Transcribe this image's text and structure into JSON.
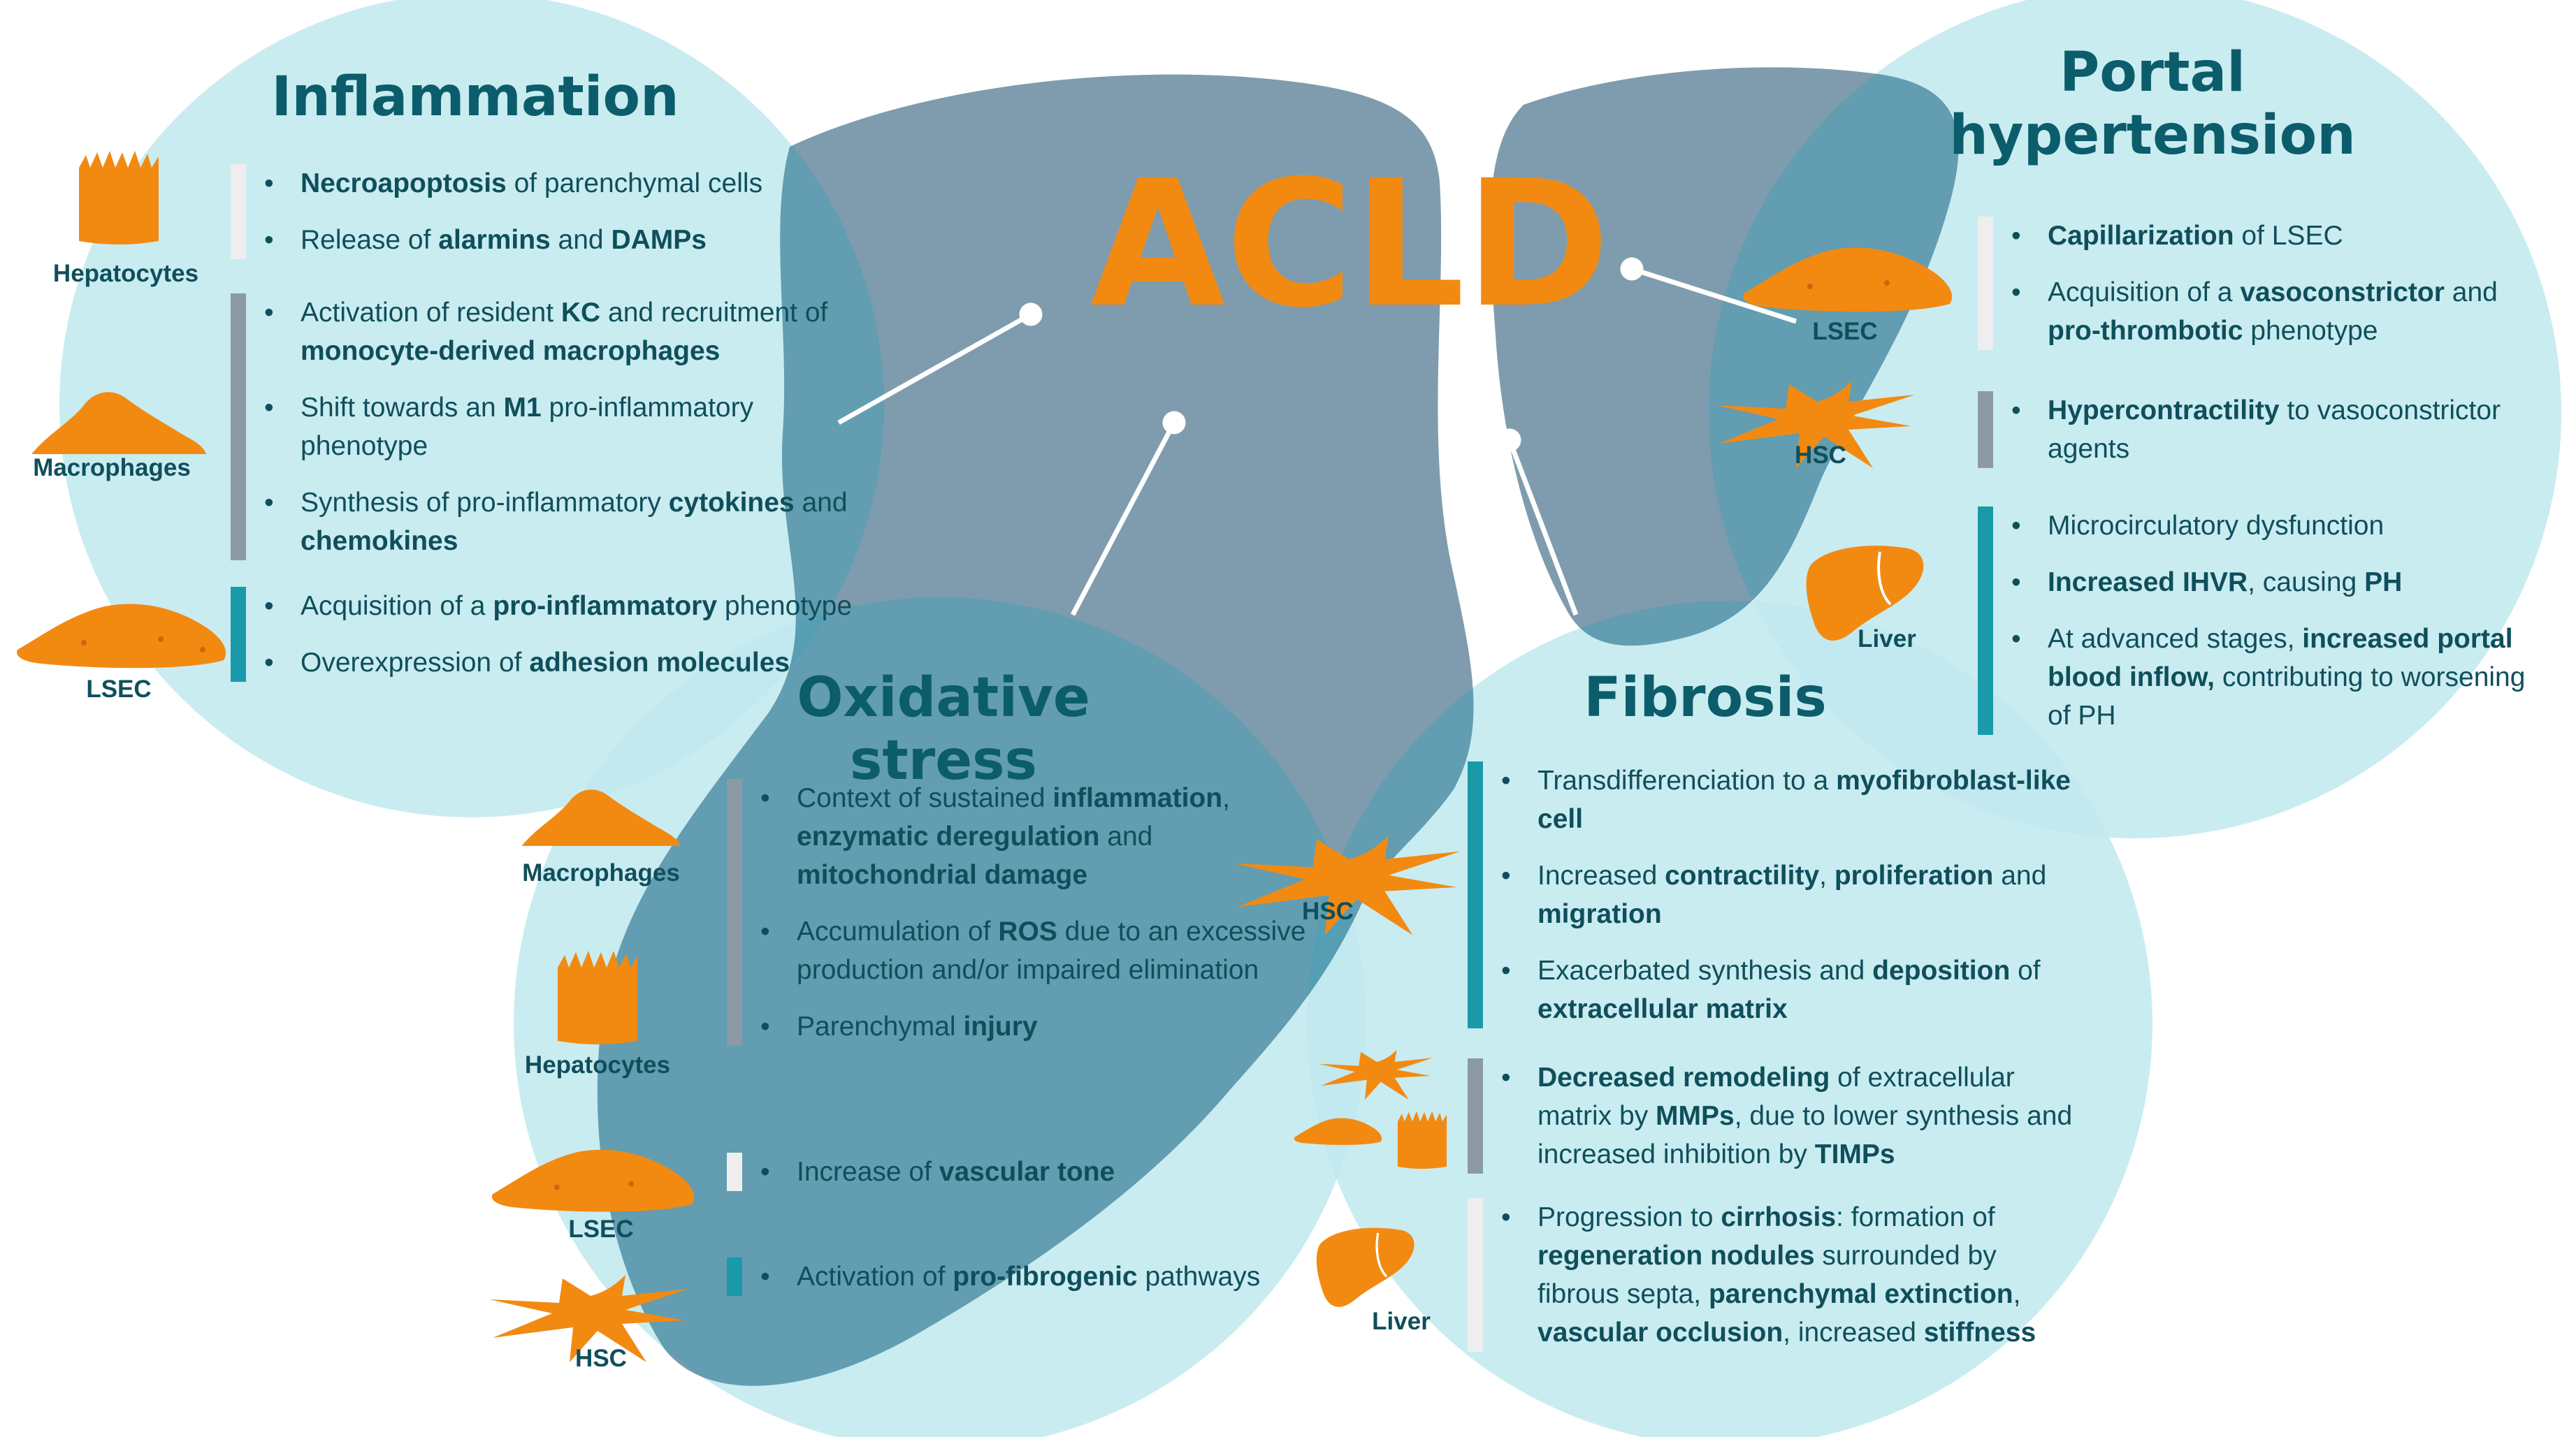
{
  "title": "ACLD",
  "colors": {
    "circle_fill": "#bfe9ef",
    "liver_fill": "#7e9cae",
    "overlap_fill": "#4a9fb5",
    "title_text": "#0c5d6b",
    "body_text": "#0f4f5b",
    "acld_orange": "#f28a12",
    "cell_orange": "#f28a12",
    "bar_light": "#eeeeee",
    "bar_gray": "#8c9aa6",
    "bar_teal": "#1a9aa9"
  },
  "sections": {
    "inflammation": {
      "title": "Inflammation",
      "cells": {
        "hepatocytes": "Hepatocytes",
        "macrophages": "Macrophages",
        "lsec": "LSEC"
      },
      "groups": [
        {
          "bar": "light",
          "items": [
            [
              {
                "t": "Necroapoptosis",
                "b": true
              },
              {
                "t": " of parenchymal cells"
              }
            ],
            [
              {
                "t": "Release of "
              },
              {
                "t": "alarmins",
                "b": true
              },
              {
                "t": " and "
              },
              {
                "t": "DAMPs",
                "b": true
              }
            ]
          ]
        },
        {
          "bar": "gray",
          "items": [
            [
              {
                "t": "Activation of resident "
              },
              {
                "t": "KC",
                "b": true
              },
              {
                "t": " and recruitment of "
              },
              {
                "t": "monocyte-derived macrophages",
                "b": true
              }
            ],
            [
              {
                "t": "Shift towards an "
              },
              {
                "t": "M1",
                "b": true
              },
              {
                "t": " pro-inflammatory phenotype"
              }
            ],
            [
              {
                "t": "Synthesis of pro-inflammatory "
              },
              {
                "t": "cytokines",
                "b": true
              },
              {
                "t": " and "
              },
              {
                "t": "chemokines",
                "b": true
              }
            ]
          ]
        },
        {
          "bar": "teal",
          "items": [
            [
              {
                "t": "Acquisition of a "
              },
              {
                "t": "pro-inflammatory",
                "b": true
              },
              {
                "t": " phenotype"
              }
            ],
            [
              {
                "t": "Overexpression of "
              },
              {
                "t": "adhesion molecules",
                "b": true
              }
            ]
          ]
        }
      ]
    },
    "portal_hypertension": {
      "title": "Portal hypertension",
      "cells": {
        "lsec": "LSEC",
        "hsc": "HSC",
        "liver": "Liver"
      },
      "groups": [
        {
          "bar": "light",
          "items": [
            [
              {
                "t": "Capillarization",
                "b": true
              },
              {
                "t": " of LSEC"
              }
            ],
            [
              {
                "t": "Acquisition of a "
              },
              {
                "t": "vasoconstrictor",
                "b": true
              },
              {
                "t": " and "
              },
              {
                "t": "pro-thrombotic",
                "b": true
              },
              {
                "t": " phenotype"
              }
            ]
          ]
        },
        {
          "bar": "gray",
          "items": [
            [
              {
                "t": "Hypercontractility",
                "b": true
              },
              {
                "t": " to vasoconstrictor agents"
              }
            ]
          ]
        },
        {
          "bar": "teal",
          "items": [
            [
              {
                "t": "Microcirculatory dysfunction"
              }
            ],
            [
              {
                "t": "Increased IHVR",
                "b": true
              },
              {
                "t": ", causing "
              },
              {
                "t": "PH",
                "b": true
              }
            ],
            [
              {
                "t": "At advanced stages, "
              },
              {
                "t": "increased portal blood inflow,",
                "b": true
              },
              {
                "t": " contributing to worsening of PH"
              }
            ]
          ]
        }
      ]
    },
    "oxidative_stress": {
      "title": "Oxidative stress",
      "cells": {
        "macrophages": "Macrophages",
        "hepatocytes": "Hepatocytes",
        "lsec": "LSEC",
        "hsc": "HSC"
      },
      "groups": [
        {
          "bar": "gray",
          "items": [
            [
              {
                "t": "Context of sustained "
              },
              {
                "t": "inflammation",
                "b": true
              },
              {
                "t": ", "
              },
              {
                "t": "enzymatic deregulation",
                "b": true
              },
              {
                "t": " and "
              },
              {
                "t": "mitochondrial damage",
                "b": true
              }
            ],
            [
              {
                "t": "Accumulation of "
              },
              {
                "t": "ROS",
                "b": true
              },
              {
                "t": " due to an excessive production and/or impaired elimination"
              }
            ],
            [
              {
                "t": "Parenchymal "
              },
              {
                "t": "injury",
                "b": true
              }
            ]
          ]
        },
        {
          "bar": "light",
          "items": [
            [
              {
                "t": "Increase of "
              },
              {
                "t": "vascular tone",
                "b": true
              }
            ]
          ]
        },
        {
          "bar": "teal",
          "items": [
            [
              {
                "t": "Activation of "
              },
              {
                "t": "pro-fibrogenic",
                "b": true
              },
              {
                "t": " pathways"
              }
            ]
          ]
        }
      ]
    },
    "fibrosis": {
      "title": "Fibrosis",
      "cells": {
        "hsc": "HSC",
        "liver": "Liver"
      },
      "groups": [
        {
          "bar": "teal",
          "items": [
            [
              {
                "t": "Transdifferenciation to a "
              },
              {
                "t": "myofibroblast-like cell",
                "b": true
              }
            ],
            [
              {
                "t": "Increased "
              },
              {
                "t": "contractility",
                "b": true
              },
              {
                "t": ", "
              },
              {
                "t": "proliferation",
                "b": true
              },
              {
                "t": " and "
              },
              {
                "t": "migration",
                "b": true
              }
            ],
            [
              {
                "t": "Exacerbated synthesis and "
              },
              {
                "t": "deposition",
                "b": true
              },
              {
                "t": " of "
              },
              {
                "t": "extracellular matrix",
                "b": true
              }
            ]
          ]
        },
        {
          "bar": "gray",
          "items": [
            [
              {
                "t": "Decreased remodeling",
                "b": true
              },
              {
                "t": " of extracellular matrix by "
              },
              {
                "t": "MMPs",
                "b": true
              },
              {
                "t": ", due to lower synthesis and increased inhibition by "
              },
              {
                "t": "TIMPs",
                "b": true
              }
            ]
          ]
        },
        {
          "bar": "light",
          "items": [
            [
              {
                "t": "Progression to "
              },
              {
                "t": "cirrhosis",
                "b": true
              },
              {
                "t": ": formation of "
              },
              {
                "t": "regeneration nodules",
                "b": true
              },
              {
                "t": " surrounded by fibrous septa, "
              },
              {
                "t": "parenchymal extinction",
                "b": true
              },
              {
                "t": ", "
              },
              {
                "t": "vascular occlusion",
                "b": true
              },
              {
                "t": ", increased "
              },
              {
                "t": "stiffness",
                "b": true
              }
            ]
          ]
        }
      ]
    }
  }
}
